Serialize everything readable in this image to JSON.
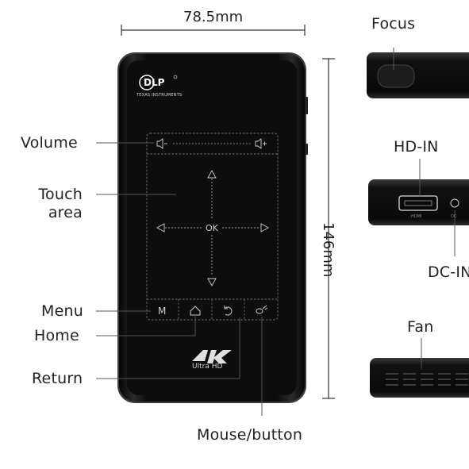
{
  "dimensions": {
    "width": "78.5mm",
    "height": "146mm"
  },
  "callouts": {
    "volume": "Volume",
    "touch_line1": "Touch",
    "touch_line2": "area",
    "menu": "Menu",
    "home": "Home",
    "return": "Return",
    "mouse": "Mouse/button"
  },
  "side_labels": {
    "focus": "Focus",
    "hdin": "HD-IN",
    "dcin": "DC-IN",
    "fan": "Fan"
  },
  "device": {
    "brand_mark": "DLP",
    "brand_sub": "TEXAS INSTRUMENTS",
    "logo_4k": "4K",
    "logo_sub": "Ultra HD",
    "ok_label": "OK",
    "menu_key": "M",
    "port_hdmi": "HDMI",
    "port_dc": "DC",
    "colors": {
      "body": "#111111",
      "outline": "#6e6e6e",
      "leader": "#555555"
    }
  }
}
